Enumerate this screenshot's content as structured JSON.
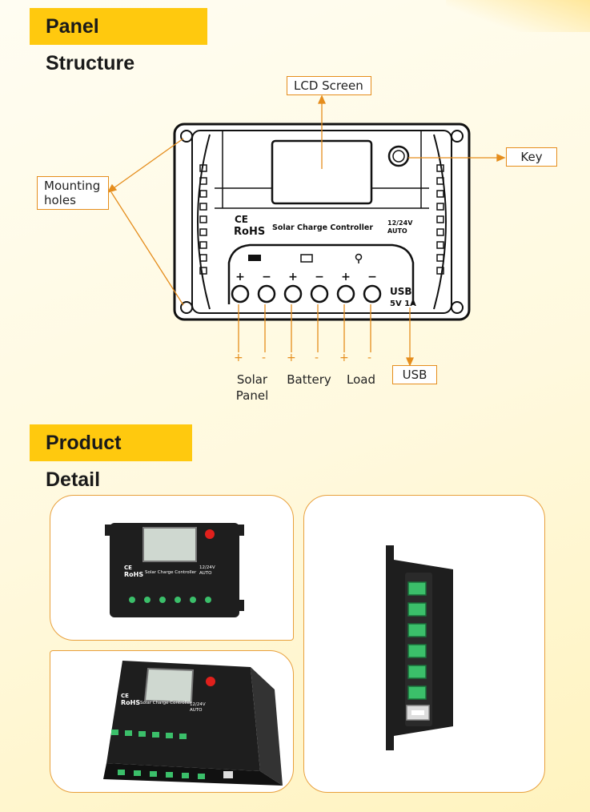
{
  "sections": {
    "panel_structure": "Panel Structure",
    "product_detail": "Product Detail"
  },
  "callouts": {
    "lcd_screen": "LCD Screen",
    "key": "Key",
    "mounting_holes_line1": "Mounting",
    "mounting_holes_line2": "holes",
    "usb": "USB"
  },
  "device": {
    "ce_mark": "CE",
    "rohs": "RoHS",
    "product_name": "Solar Charge Controller",
    "voltage": "12/24V",
    "mode": "AUTO",
    "usb_label": "USB",
    "usb_rating": "5V 1A"
  },
  "terminals": {
    "signs": [
      "+",
      "-",
      "+",
      "-",
      "+",
      "-"
    ],
    "solar_line1": "Solar",
    "solar_line2": "Panel",
    "battery": "Battery",
    "load": "Load"
  },
  "colors": {
    "accent": "#ffc90e",
    "callout_border": "#e58d1c",
    "device_body": "#1e1e1e",
    "terminal_green": "#3bbf6a",
    "key_button": "#e0201c"
  }
}
